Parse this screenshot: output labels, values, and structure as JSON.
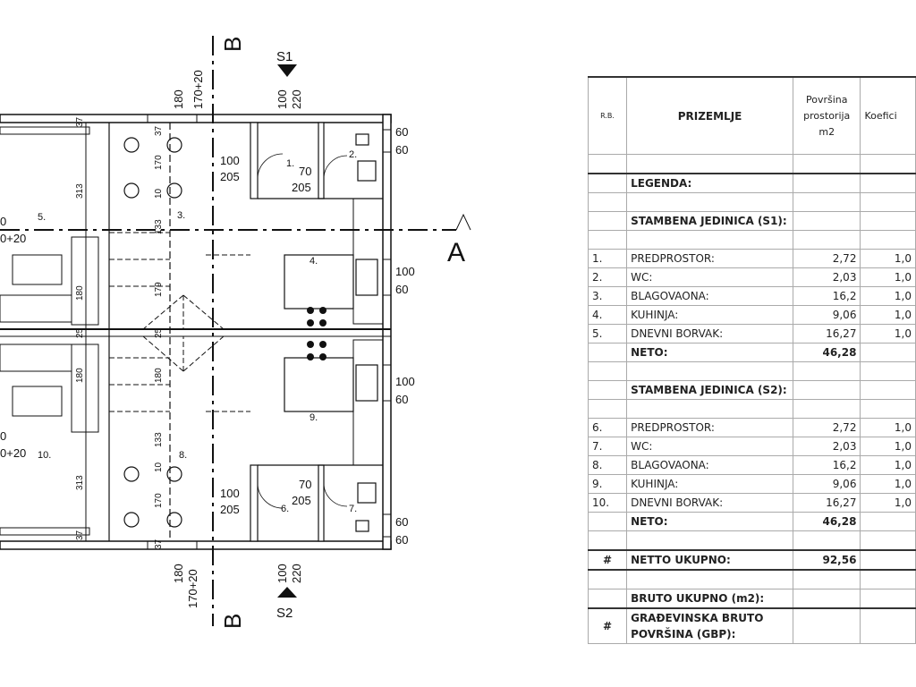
{
  "plan": {
    "section_b_label": "B",
    "section_a_label": "A",
    "s1_label": "S1",
    "s2_label": "S2",
    "room_numbers": [
      "1.",
      "2.",
      "3.",
      "4.",
      "5.",
      "6.",
      "7.",
      "8.",
      "9.",
      "10."
    ],
    "dims": {
      "top_180": "180",
      "top_170_20": "170+20",
      "s1_100": "100",
      "s1_220": "220",
      "bot_180": "180",
      "bot_170_20": "170+20",
      "s2_100": "100",
      "s2_220": "220",
      "d1_100": "100",
      "d1_205": "205",
      "d2_70": "70",
      "d2_205": "205",
      "d6_70": "70",
      "d6_205": "205",
      "d8_100": "100",
      "d8_205": "205",
      "r_60a": "60",
      "r_60b": "60",
      "r_100a": "100",
      "r_60c": "60",
      "r_100b": "100",
      "r_60d": "60",
      "r_60e": "60",
      "r_60f": "60",
      "left_0a": "0",
      "left_0_20a": "0+20",
      "left_0b": "0",
      "left_0_20b": "0+20",
      "v_37a": "37",
      "v_313a": "313",
      "v_180a": "180",
      "v_25": "25",
      "v_180b": "180",
      "v_313b": "313",
      "v_37b": "37",
      "c_37a": "37",
      "c_170a": "170",
      "c_10a": "10",
      "c_133a": "133",
      "c_179": "179",
      "c_25": "25",
      "c_180": "180",
      "c_133b": "133",
      "c_10b": "10",
      "c_170b": "170",
      "c_37b": "37"
    }
  },
  "table": {
    "header": {
      "rb": "R.B.",
      "name": "PRIZEMLJE",
      "area_l1": "Površina",
      "area_l2": "prostorija",
      "area_l3": "m2",
      "coef": "Koefici"
    },
    "legend": "LEGENDA:",
    "unit1": {
      "title": "STAMBENA  JEDINICA (S1):",
      "rows": [
        {
          "rb": "1.",
          "name": "PREDPROSTOR:",
          "area": "2,72",
          "coef": "1,0"
        },
        {
          "rb": "2.",
          "name": "WC:",
          "area": "2,03",
          "coef": "1,0"
        },
        {
          "rb": "3.",
          "name": "BLAGOVAONA:",
          "area": "16,2",
          "coef": "1,0"
        },
        {
          "rb": "4.",
          "name": "KUHINJA:",
          "area": "9,06",
          "coef": "1,0"
        },
        {
          "rb": "5.",
          "name": "DNEVNI BORVAK:",
          "area": "16,27",
          "coef": "1,0"
        }
      ],
      "neto_label": "NETO:",
      "neto_value": "46,28"
    },
    "unit2": {
      "title": "STAMBENA  JEDINICA (S2):",
      "rows": [
        {
          "rb": "6.",
          "name": "PREDPROSTOR:",
          "area": "2,72",
          "coef": "1,0"
        },
        {
          "rb": "7.",
          "name": "WC:",
          "area": "2,03",
          "coef": "1,0"
        },
        {
          "rb": "8.",
          "name": "BLAGOVAONA:",
          "area": "16,2",
          "coef": "1,0"
        },
        {
          "rb": "9.",
          "name": "KUHINJA:",
          "area": "9,06",
          "coef": "1,0"
        },
        {
          "rb": "10.",
          "name": "DNEVNI BORVAK:",
          "area": "16,27",
          "coef": "1,0"
        }
      ],
      "neto_label": "NETO:",
      "neto_value": "46,28"
    },
    "total": {
      "rb": "#",
      "label": "NETTO UKUPNO:",
      "value": "92,56"
    },
    "bruto": {
      "label": "BRUTO UKUPNO (m2):"
    },
    "gbp": {
      "rb": "#",
      "label_l1": "GRAĐEVINSKA BRUTO",
      "label_l2": "POVRŠINA (GBP):"
    }
  }
}
